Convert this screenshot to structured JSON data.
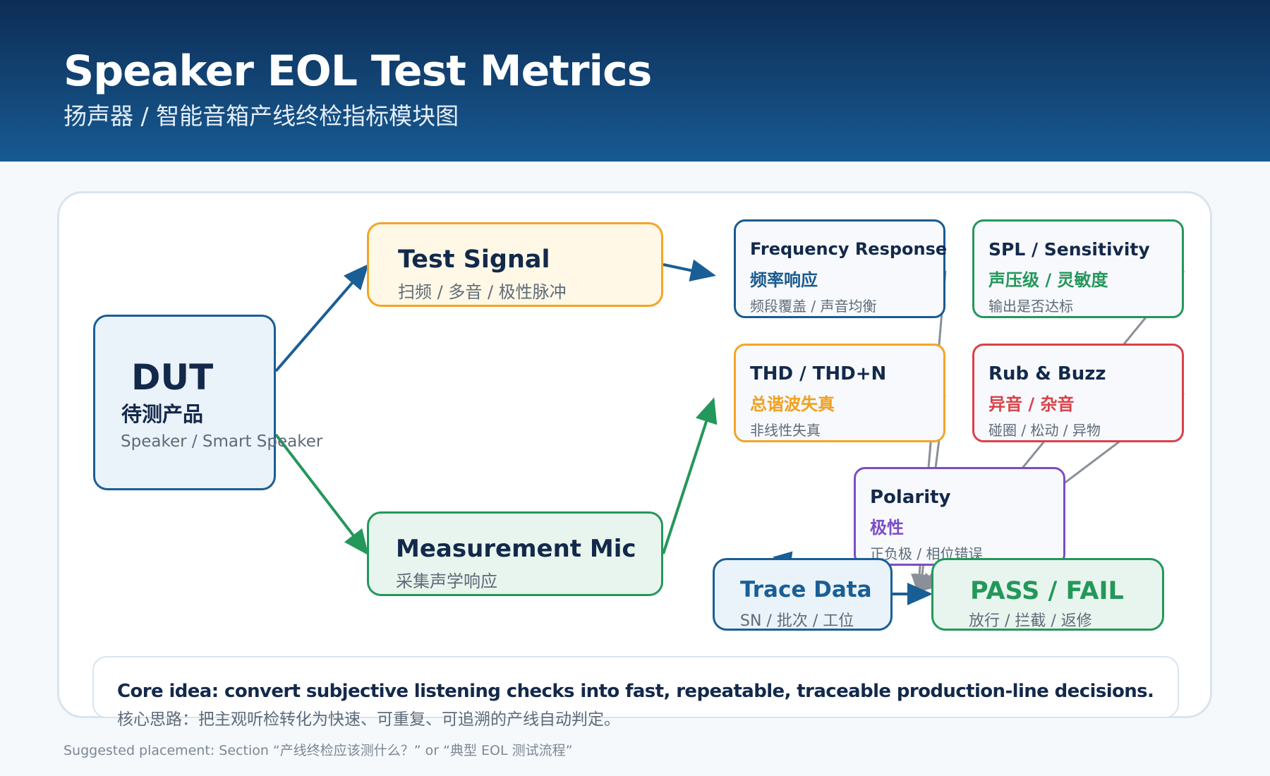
{
  "header": {
    "title": "Speaker EOL Test Metrics",
    "subtitle": "扬声器 / 智能音箱产线终检指标模块图"
  },
  "nodes": {
    "dut": {
      "title": "DUT",
      "subtitle": "待测产品",
      "note": "Speaker / Smart Speaker"
    },
    "test_signal": {
      "title": "Test Signal",
      "subtitle": "扫频 / 多音 / 极性脉冲"
    },
    "measurement_mic": {
      "title": "Measurement Mic",
      "subtitle": "采集声学响应"
    },
    "trace_data": {
      "title": "Trace Data",
      "subtitle": "SN / 批次 / 工位"
    },
    "pass_fail": {
      "title": "PASS / FAIL",
      "subtitle": "放行 / 拦截 / 返修"
    }
  },
  "metrics": {
    "frequency_response": {
      "title": "Frequency Response",
      "cn": "频率响应",
      "desc": "频段覆盖 / 声音均衡",
      "color": "#1a5a8f"
    },
    "spl": {
      "title": "SPL / Sensitivity",
      "cn": "声压级 / 灵敏度",
      "desc": "输出是否达标",
      "color": "#24975b"
    },
    "thd": {
      "title": "THD / THD+N",
      "cn": "总谐波失真",
      "desc": "非线性失真",
      "color": "#f0a020"
    },
    "rub_buzz": {
      "title": "Rub & Buzz",
      "cn": "异音 / 杂音",
      "desc": "碰圈 / 松动 / 异物",
      "color": "#d94148"
    },
    "polarity": {
      "title": "Polarity",
      "cn": "极性",
      "desc": "正负极 / 相位错误",
      "color": "#7c4dc4"
    }
  },
  "core_idea": {
    "en": "Core idea: convert subjective listening checks into fast, repeatable, traceable production-line decisions.",
    "cn": "核心思路：把主观听检转化为快速、可重复、可追溯的产线自动判定。"
  },
  "footer": {
    "placement": "Suggested placement: Section “产线终检应该测什么？” or “典型 EOL 测试流程”"
  },
  "colors": {
    "header_top": "#0d2d55",
    "header_bottom": "#175a92",
    "arrow_blue": "#1a5e96",
    "arrow_green": "#24975b",
    "arrow_gray": "#8a9099"
  }
}
